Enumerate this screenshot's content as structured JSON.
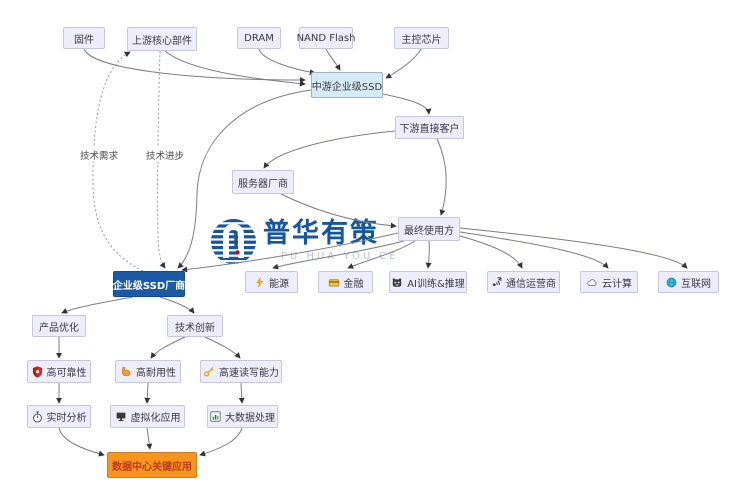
{
  "diagram_title": "enterprise-ssd-industry-chain-flowchart",
  "colors": {
    "node_fill": "#ededfb",
    "node_border": "#c7c7e4",
    "midstream_fill": "#d6ebf5",
    "manufacturer_fill": "#1b5aa5",
    "datacenter_fill": "#f7941e",
    "datacenter_text": "#bf3a21",
    "edge": "#7d7d87",
    "brand_blue": "#1456a0"
  },
  "nodes": {
    "firmware": {
      "label": "固件"
    },
    "upstream_core": {
      "label": "上游核心部件"
    },
    "dram": {
      "label": "DRAM"
    },
    "nand": {
      "label": "NAND Flash"
    },
    "controller": {
      "label": "主控芯片"
    },
    "midstream": {
      "label": "中游企业级SSD"
    },
    "downstream": {
      "label": "下游直接客户"
    },
    "server_vendor": {
      "label": "服务器厂商"
    },
    "end_user": {
      "label": "最终使用方"
    },
    "energy": {
      "label": "能源",
      "icon": "lightning-icon"
    },
    "finance": {
      "label": "金融",
      "icon": "credit-card-icon"
    },
    "ai": {
      "label": "AI训练&推理",
      "icon": "robot-icon"
    },
    "telecom": {
      "label": "通信运营商",
      "icon": "signal-icon"
    },
    "cloud": {
      "label": "云计算",
      "icon": "cloud-icon"
    },
    "internet": {
      "label": "互联网",
      "icon": "globe-icon"
    },
    "manufacturer": {
      "label": "企业级SSD厂商"
    },
    "product_opt": {
      "label": "产品优化"
    },
    "tech_innov": {
      "label": "技术创新"
    },
    "reliability": {
      "label": "高可靠性",
      "icon": "shield-icon"
    },
    "durability": {
      "label": "高耐用性",
      "icon": "muscle-icon"
    },
    "speed": {
      "label": "高速读写能力",
      "icon": "key-icon"
    },
    "realtime": {
      "label": "实时分析",
      "icon": "clock-icon"
    },
    "virtualization": {
      "label": "虚拟化应用",
      "icon": "monitor-icon"
    },
    "bigdata": {
      "label": "大数据处理",
      "icon": "chart-icon"
    },
    "datacenter": {
      "label": "数据中心关键应用"
    }
  },
  "edge_labels": {
    "tech_demand": "技术需求",
    "tech_progress": "技术进步"
  },
  "watermark": {
    "brand": "普华有策",
    "subtitle": "PU HUA YOU CE"
  }
}
